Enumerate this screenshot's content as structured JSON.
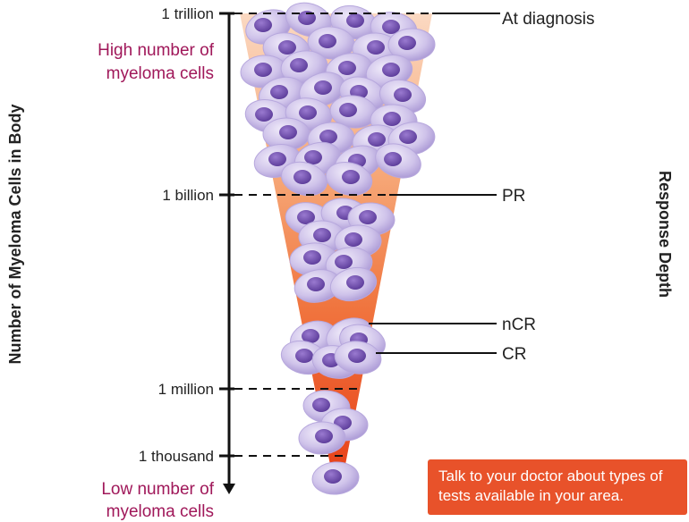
{
  "left_axis": {
    "title": "Number of Myeloma Cells in Body",
    "ticks": [
      "1 trillion",
      "1 billion",
      "1 million",
      "1 thousand"
    ],
    "top_note": [
      "High number of",
      "myeloma cells"
    ],
    "bottom_note": [
      "Low number of",
      "myeloma cells"
    ]
  },
  "right_axis": {
    "title": "Response Depth",
    "markers": [
      "At diagnosis",
      "PR",
      "nCR",
      "CR"
    ]
  },
  "note": {
    "lines": [
      "Talk to your doctor about types of",
      "tests available in your area."
    ]
  },
  "colors": {
    "note_accent": "#e8522a",
    "accent_text": "#a0185a",
    "funnel_top": "#fbd2b4",
    "funnel_bottom": "#e8431a",
    "cell_fill": "#c9bce6",
    "cell_nucleus": "#6b4ba8"
  }
}
